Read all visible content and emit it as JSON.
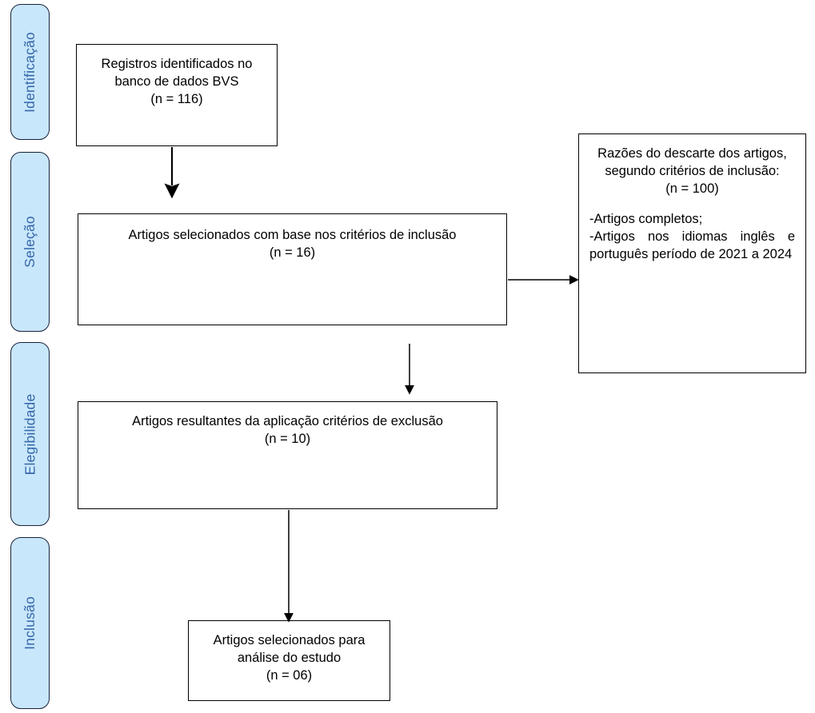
{
  "diagram": {
    "title": "PRISMA flow diagram",
    "language": "pt-BR",
    "colors": {
      "stage_fill": "#c9e7fb",
      "stage_border": "#16213a",
      "stage_text": "#3667ab",
      "box_border": "#000000",
      "box_fill": "#ffffff",
      "arrow": "#000000",
      "background": "#ffffff"
    }
  },
  "stages": [
    {
      "id": "identificacao",
      "label": "Identificação"
    },
    {
      "id": "selecao",
      "label": "Seleção"
    },
    {
      "id": "elegibilidade",
      "label": "Elegibilidade"
    },
    {
      "id": "inclusao",
      "label": "Inclusão"
    }
  ],
  "boxes": {
    "identified": {
      "text": "Registros identificados no banco de dados BVS\n(n = 116)",
      "count_label": "(n = 116)",
      "count": 116
    },
    "screened": {
      "text": "Artigos selecionados com base nos critérios de inclusão\n(n = 16)",
      "count_label": "(n = 16)",
      "count": 16
    },
    "excluded": {
      "heading": "Razões do descarte dos artigos, segundo critérios de inclusão:\n(n = 100)",
      "count_label": "(n = 100)",
      "count": 100,
      "criteria": "-Artigos completos;\n-Artigos nos idiomas inglês e português período de 2021 a 2024"
    },
    "eligibility": {
      "text": "Artigos resultantes da aplicação critérios de exclusão\n(n = 10)",
      "count_label": "(n = 10)",
      "count": 10
    },
    "included": {
      "text": "Artigos selecionados para análise do estudo\n(n = 06)",
      "count_label": "(n = 06)",
      "count": 6
    }
  },
  "arrows": [
    {
      "id": "identified-to-screened",
      "from": "identified",
      "to": "screened",
      "direction": "down"
    },
    {
      "id": "screened-to-excluded",
      "from": "screened",
      "to": "excluded",
      "direction": "right"
    },
    {
      "id": "screened-to-eligibility",
      "from": "screened",
      "to": "eligibility",
      "direction": "down"
    },
    {
      "id": "eligibility-to-included",
      "from": "eligibility",
      "to": "included",
      "direction": "down"
    }
  ]
}
